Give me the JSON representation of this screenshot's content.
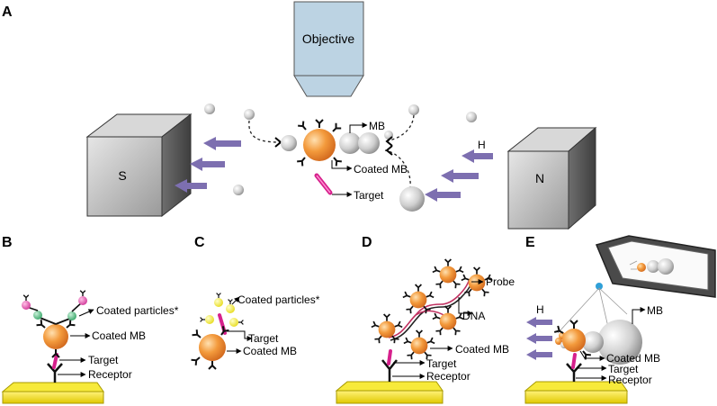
{
  "panels": {
    "A": "A",
    "B": "B",
    "C": "C",
    "D": "D",
    "E": "E"
  },
  "panel_a": {
    "objective": "Objective",
    "magnet_s": "S",
    "magnet_n": "N",
    "field": "H",
    "mb": "MB",
    "coated_mb": "Coated MB",
    "target": "Target"
  },
  "panel_b": {
    "coated_particles": "Coated particles*",
    "coated_mb": "Coated MB",
    "target": "Target",
    "receptor": "Receptor"
  },
  "panel_c": {
    "coated_particles": "Coated particles*",
    "target": "Target",
    "coated_mb": "Coated MB"
  },
  "panel_d": {
    "probe": "Probe",
    "dna": "DNA",
    "coated_mb": "Coated MB",
    "target": "Target",
    "receptor": "Receptor"
  },
  "panel_e": {
    "field": "H",
    "mb": "MB",
    "coated_mb": "Coated MB",
    "target": "Target",
    "receptor": "Receptor"
  },
  "colors": {
    "arrow_purple": "#7d6fb0",
    "orange": "#f08a2c",
    "yellow_substrate": "#f4e10c",
    "magenta_target": "#d6208c",
    "objective_blue": "#b9cfe0",
    "gray_bead": "#b8b8b8"
  }
}
